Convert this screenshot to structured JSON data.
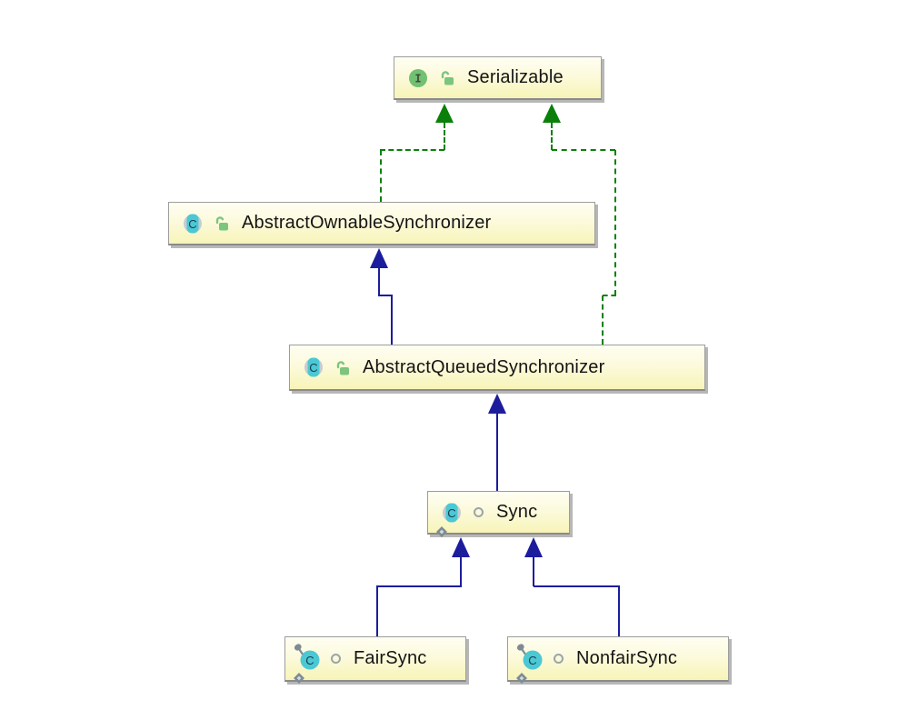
{
  "diagram": {
    "title": "UML class hierarchy diagram",
    "nodes": [
      {
        "id": "serializable",
        "label": "Serializable",
        "kind": "interface",
        "visibility": "public",
        "modifiers": []
      },
      {
        "id": "abstract-ownable-synchronizer",
        "label": "AbstractOwnableSynchronizer",
        "kind": "abstract-class",
        "visibility": "public",
        "modifiers": [
          "abstract"
        ]
      },
      {
        "id": "abstract-queued-synchronizer",
        "label": "AbstractQueuedSynchronizer",
        "kind": "abstract-class",
        "visibility": "public",
        "modifiers": [
          "abstract"
        ]
      },
      {
        "id": "sync",
        "label": "Sync",
        "kind": "abstract-class",
        "visibility": "package-local",
        "modifiers": [
          "abstract",
          "static"
        ]
      },
      {
        "id": "fair-sync",
        "label": "FairSync",
        "kind": "class",
        "visibility": "package-local",
        "modifiers": [
          "static",
          "final"
        ]
      },
      {
        "id": "nonfair-sync",
        "label": "NonfairSync",
        "kind": "class",
        "visibility": "package-local",
        "modifiers": [
          "static",
          "final"
        ]
      }
    ],
    "edges": [
      {
        "from": "AbstractOwnableSynchronizer",
        "to": "Serializable",
        "type": "implements",
        "style": "dashed-green"
      },
      {
        "from": "AbstractQueuedSynchronizer",
        "to": "Serializable",
        "type": "implements",
        "style": "dashed-green"
      },
      {
        "from": "AbstractQueuedSynchronizer",
        "to": "AbstractOwnableSynchronizer",
        "type": "extends",
        "style": "solid-blue"
      },
      {
        "from": "Sync",
        "to": "AbstractQueuedSynchronizer",
        "type": "extends",
        "style": "solid-blue"
      },
      {
        "from": "FairSync",
        "to": "Sync",
        "type": "extends",
        "style": "solid-blue"
      },
      {
        "from": "NonfairSync",
        "to": "Sync",
        "type": "extends",
        "style": "solid-blue"
      }
    ],
    "colors": {
      "background": "#ffffff",
      "node_fill_top": "#fffef2",
      "node_fill_bottom": "#f7f4b8",
      "node_border": "#9d9d9d",
      "node_shadow": "#919191",
      "extends_edge": "#1c1d9c",
      "implements_edge": "#0a800a",
      "interface_icon": "#72c072",
      "class_icon": "#4cc8d4",
      "lock_icon": "#7cc57e",
      "badge_gray": "#7e8b94",
      "text": "#141414"
    }
  }
}
